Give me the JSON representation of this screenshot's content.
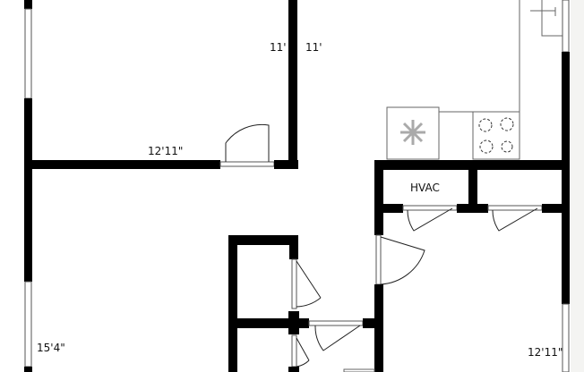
{
  "labels": {
    "room_top_left_height": "11'",
    "kitchen_height": "11'",
    "room_top_left_width": "12'11\"",
    "room_bottom_left_height": "15'4\"",
    "room_bottom_right_width": "12'11\"",
    "hvac": "HVAC"
  },
  "colors": {
    "wall": "#000000",
    "background": "#ffffff",
    "fixture_line": "#666666"
  }
}
